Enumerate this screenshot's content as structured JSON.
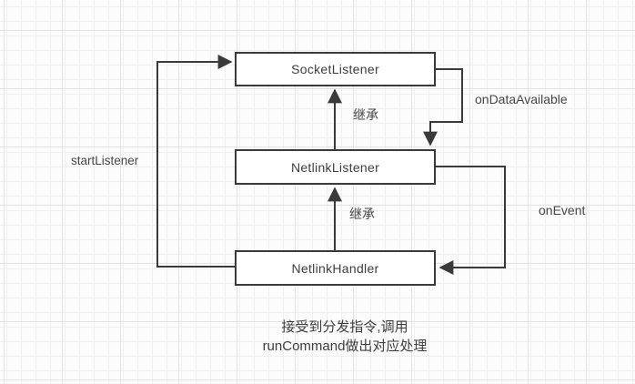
{
  "diagram": {
    "nodes": [
      {
        "id": "socket-listener",
        "label": "SocketListener"
      },
      {
        "id": "netlink-listener",
        "label": "NetlinkListener"
      },
      {
        "id": "netlink-handler",
        "label": "NetlinkHandler"
      }
    ],
    "edges": [
      {
        "id": "inherit-1",
        "label": "继承",
        "from": "NetlinkListener",
        "to": "SocketListener",
        "type": "inheritance"
      },
      {
        "id": "inherit-2",
        "label": "继承",
        "from": "NetlinkHandler",
        "to": "NetlinkListener",
        "type": "inheritance"
      },
      {
        "id": "start-listener",
        "label": "startListener",
        "from": "NetlinkHandler",
        "to": "SocketListener",
        "type": "call"
      },
      {
        "id": "on-data-avail",
        "label": "onDataAvailable",
        "from": "SocketListener",
        "to": "NetlinkListener",
        "type": "call"
      },
      {
        "id": "on-event",
        "label": "onEvent",
        "from": "NetlinkListener",
        "to": "NetlinkHandler",
        "type": "call"
      }
    ],
    "note": {
      "line1": "接受到分发指令,调用",
      "line2": "runCommand做出对应处理"
    }
  },
  "colors": {
    "background": "#fcfcfc",
    "grid_minor": "#efefef",
    "grid_major": "#e3e3e3",
    "stroke": "#3a3a3a",
    "node_fill": "#ffffff",
    "text": "#3d3d3d"
  }
}
